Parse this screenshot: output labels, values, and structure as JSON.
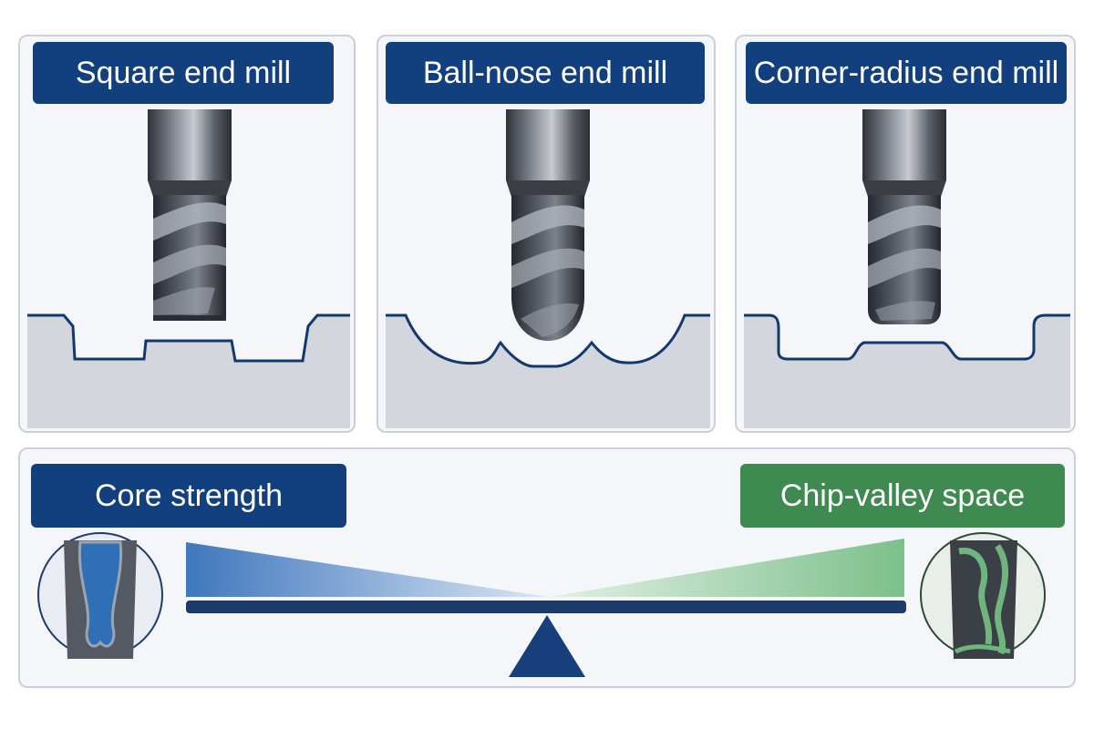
{
  "panels": [
    {
      "title": "Square end mill"
    },
    {
      "title": "Ball-nose end mill"
    },
    {
      "title": "Corner-radius end mill"
    }
  ],
  "balance": {
    "left_label": "Core strength",
    "right_label": "Chip-valley space"
  },
  "colors": {
    "title_blue": "#123f7e",
    "title_green": "#3e8a50",
    "workpiece": "#d3d6dc",
    "profile_line": "#12396e",
    "tool_steel": "#4a4e57",
    "core_blue": "#2f6fb5",
    "valley_green": "#6fb57e"
  }
}
